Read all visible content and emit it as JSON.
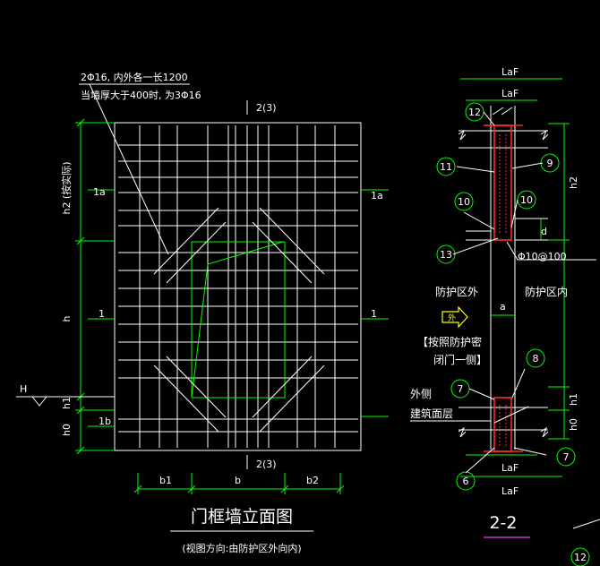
{
  "elevation": {
    "note_line1": "2Φ16, 内外各一长1200",
    "note_line2": "当墙厚大于400时, 为3Φ16",
    "section_mark": "2(3)",
    "h2_label": "h2 (按实际)",
    "h_label": "h",
    "h1_label": "h1",
    "h0_label": "h0",
    "H_label": "H",
    "tag_1a": "1a",
    "tag_1": "1",
    "tag_1b": "1b",
    "b1_label": "b1",
    "b_label": "b",
    "b2_label": "b2",
    "title": "门框墙立面图",
    "subtitle": "(视图方向:由防护区外向内)"
  },
  "section": {
    "LaF": "LaF",
    "h2": "h2",
    "h1": "h1",
    "h0": "h0",
    "d": "d",
    "a": "a",
    "rebar": "Φ10@100",
    "outside": "防护区外",
    "inside": "防护区内",
    "arrow_text": "外",
    "note1": "【按照防护密",
    "note2": "闭门一侧】",
    "outer_side": "外侧",
    "finish": "建筑面层",
    "title": "2-2",
    "markers": [
      "12",
      "11",
      "9",
      "10",
      "10",
      "13",
      "7",
      "8",
      "6",
      "7",
      "12"
    ]
  },
  "colors": {
    "background": "#000000",
    "lines": "#ffffff",
    "dimensions": "#00ff00",
    "rebar": "#ff2a2a",
    "arrow": "#ffff00",
    "title_underline": "#cc33cc"
  }
}
